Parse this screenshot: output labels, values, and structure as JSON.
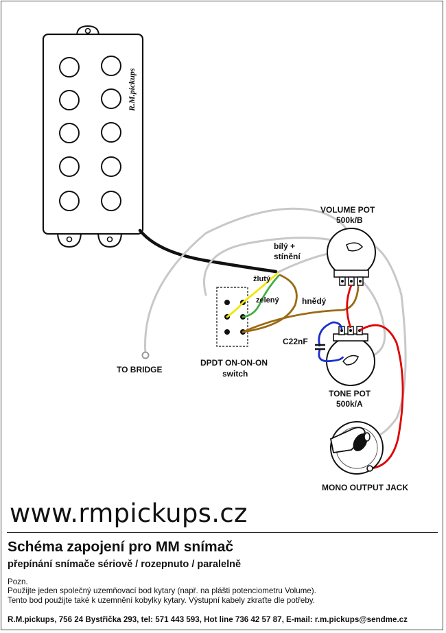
{
  "pickup": {
    "brand": "R.M.pickups"
  },
  "labels": {
    "volume_pot": "VOLUME POT",
    "volume_value": "500k/B",
    "tone_pot": "TONE POT",
    "tone_value": "500k/A",
    "jack": "MONO OUTPUT JACK",
    "bridge": "TO BRIDGE",
    "switch_name": "DPDT ON-ON-ON",
    "switch_type": "switch",
    "capacitor": "C22nF",
    "wire_white_1": "bílý +",
    "wire_white_2": "stínění",
    "wire_yellow": "žlutý",
    "wire_green": "zelený",
    "wire_brown": "hnědý"
  },
  "footer": {
    "website": "www.rmpickups.cz",
    "title": "Schéma zapojení pro MM snímač",
    "subtitle": "přepínání snímače sériově / rozepnuto / paralelně",
    "note_1": "Pozn.",
    "note_2": "Použijte jeden společný uzemňovací bod kytary (např. na plášti potenciometru Volume).",
    "note_3": "Tento bod použijte také k uzemnění kobylky kytary. Výstupní kabely zkraťte dle potřeby.",
    "contact": "R.M.pickups, 756 24 Bystřička 293, tel: 571 443 593, Hot line 736 42 57 87, E-mail: r.m.pickups@sendme.cz"
  },
  "colors": {
    "shield": "#c8c8c8",
    "white_wire": "#d0d0d0",
    "yellow_wire": "#f0e600",
    "green_wire": "#3fae3f",
    "brown_wire": "#9a6a14",
    "red_wire": "#e00000",
    "blue_wire": "#1a2ed0",
    "cable": "#111111"
  }
}
